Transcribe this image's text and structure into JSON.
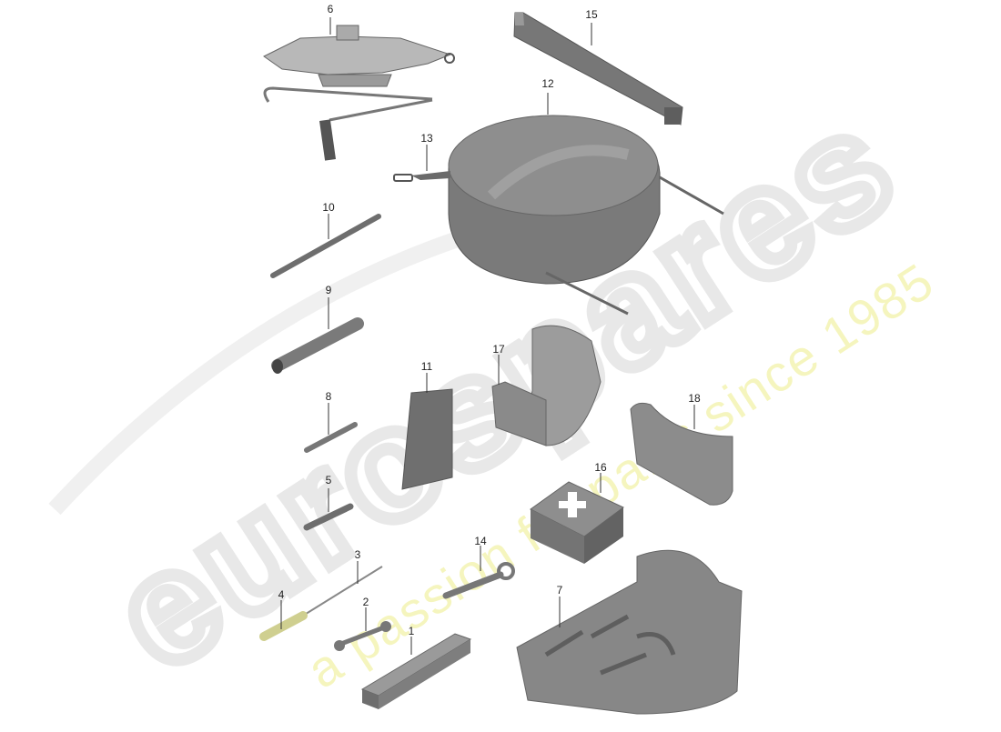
{
  "diagram": {
    "type": "exploded parts diagram",
    "subject": "tool kit / spare wheel accessories",
    "watermark": {
      "brand": "eurospares",
      "tagline": "a passion for parts since 1985",
      "brand_color": "#e8e8e8",
      "tagline_color": "#f3f3b0"
    },
    "callouts": [
      {
        "id": "1",
        "label": "1",
        "part": "tool bag"
      },
      {
        "id": "2",
        "label": "2",
        "part": "open-end wrench"
      },
      {
        "id": "3",
        "label": "3",
        "part": "screwdriver blade"
      },
      {
        "id": "4",
        "label": "4",
        "part": "screwdriver handle"
      },
      {
        "id": "5",
        "label": "5",
        "part": "pin"
      },
      {
        "id": "6",
        "label": "6",
        "part": "car jack with crank"
      },
      {
        "id": "7",
        "label": "7",
        "part": "tool tray insert"
      },
      {
        "id": "8",
        "label": "8",
        "part": "pin"
      },
      {
        "id": "9",
        "label": "9",
        "part": "socket wrench"
      },
      {
        "id": "10",
        "label": "10",
        "part": "rod"
      },
      {
        "id": "11",
        "label": "11",
        "part": "pad"
      },
      {
        "id": "12",
        "label": "12",
        "part": "spare wheel cover"
      },
      {
        "id": "13",
        "label": "13",
        "part": "strap"
      },
      {
        "id": "14",
        "label": "14",
        "part": "towing eye"
      },
      {
        "id": "15",
        "label": "15",
        "part": "foam block"
      },
      {
        "id": "16",
        "label": "16",
        "part": "first aid kit"
      },
      {
        "id": "17",
        "label": "17",
        "part": "holder"
      },
      {
        "id": "18",
        "label": "18",
        "part": "holder"
      }
    ],
    "colors": {
      "part_fill": "#8a8a8a",
      "part_dark": "#6a6a6a",
      "part_light": "#a8a8a8",
      "leader": "#333333"
    }
  }
}
